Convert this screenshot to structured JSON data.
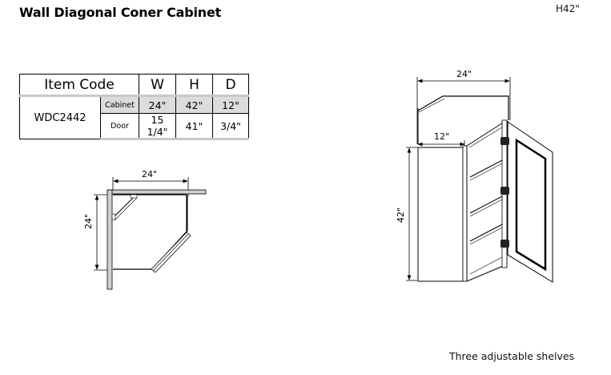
{
  "title": "Wall Diagonal Coner Cabinet",
  "height_tag": "H42\"",
  "spec_table": {
    "headers": {
      "item_code": "Item Code",
      "w": "W",
      "h": "H",
      "d": "D"
    },
    "item_code": "WDC2442",
    "rows": [
      {
        "label": "Cabinet",
        "w": "24\"",
        "h": "42\"",
        "d": "12\""
      },
      {
        "label": "Door",
        "w": "15 1/4\"",
        "h": "41\"",
        "d": "3/4\""
      }
    ]
  },
  "plan_view": {
    "width_dim": "24\"",
    "depth_dim": "24\""
  },
  "elevation_view": {
    "overall_width_dim": "24\"",
    "side_depth_dim": "12\"",
    "height_dim": "42\""
  },
  "footnote": "Three adjustable shelves"
}
